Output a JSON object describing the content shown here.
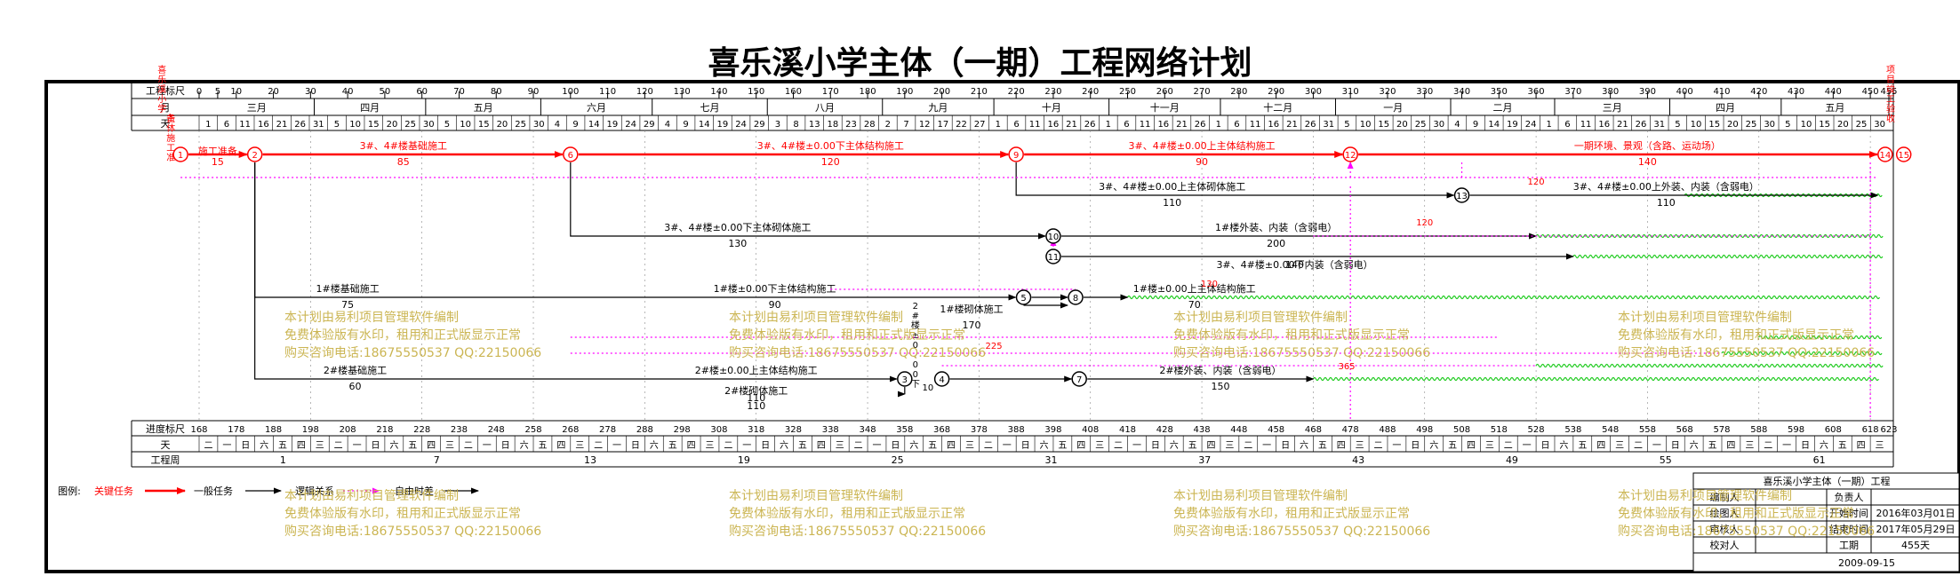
{
  "title": "喜乐溪小学主体（一期）工程网络计划",
  "colors": {
    "critical": "#ff0000",
    "normal": "#000000",
    "free_float": "#ff00ff",
    "wave": "#22cc22",
    "watermark": "#c9b24a"
  },
  "top_scale": {
    "label": "工程标尺",
    "ticks": [
      "0",
      "5",
      "10",
      "20",
      "30",
      "40",
      "50",
      "60",
      "70",
      "80",
      "90",
      "100",
      "110",
      "120",
      "130",
      "140",
      "150",
      "160",
      "170",
      "180",
      "190",
      "200",
      "210",
      "220",
      "230",
      "240",
      "250",
      "260",
      "270",
      "280",
      "290",
      "300",
      "310",
      "320",
      "330",
      "340",
      "350",
      "360",
      "370",
      "380",
      "390",
      "400",
      "410",
      "420",
      "430",
      "440",
      "450",
      "455"
    ]
  },
  "month_row": {
    "label": "月",
    "months": [
      "三月",
      "四月",
      "五月",
      "六月",
      "七月",
      "八月",
      "九月",
      "十月",
      "十一月",
      "十二月",
      "一月",
      "二月",
      "三月",
      "四月",
      "五月"
    ]
  },
  "day_row": {
    "label": "天",
    "days": [
      "1",
      "6",
      "11",
      "16",
      "21",
      "26",
      "31",
      "5",
      "10",
      "15",
      "20",
      "25",
      "30",
      "5",
      "10",
      "15",
      "20",
      "25",
      "30",
      "4",
      "9",
      "14",
      "19",
      "24",
      "29",
      "4",
      "9",
      "14",
      "19",
      "24",
      "29",
      "3",
      "8",
      "13",
      "18",
      "23",
      "28",
      "2",
      "7",
      "12",
      "17",
      "22",
      "27",
      "1",
      "6",
      "11",
      "16",
      "21",
      "26",
      "1",
      "6",
      "11",
      "16",
      "21",
      "26",
      "1",
      "6",
      "11",
      "16",
      "21",
      "26",
      "31",
      "5",
      "10",
      "15",
      "20",
      "25",
      "30",
      "4",
      "9",
      "14",
      "19",
      "24",
      "1",
      "6",
      "11",
      "16",
      "21",
      "26",
      "31",
      "5",
      "10",
      "15",
      "20",
      "25",
      "30",
      "5",
      "10",
      "15",
      "20",
      "25",
      "30"
    ]
  },
  "bottom_scale": {
    "label": "进度标尺",
    "ticks": [
      "168",
      "178",
      "188",
      "198",
      "208",
      "218",
      "228",
      "238",
      "248",
      "258",
      "268",
      "278",
      "288",
      "298",
      "308",
      "318",
      "328",
      "338",
      "348",
      "358",
      "368",
      "378",
      "388",
      "398",
      "408",
      "418",
      "428",
      "438",
      "448",
      "458",
      "468",
      "478",
      "488",
      "498",
      "508",
      "518",
      "528",
      "538",
      "548",
      "558",
      "568",
      "578",
      "588",
      "598",
      "608",
      "618",
      "623"
    ]
  },
  "weekday_row": {
    "label": "天",
    "cycle": [
      "二",
      "一",
      "日",
      "六",
      "五",
      "四",
      "三"
    ]
  },
  "week_row": {
    "label": "工程周",
    "weeks": [
      "1",
      "7",
      "13",
      "19",
      "25",
      "31",
      "37",
      "43",
      "49",
      "55",
      "61"
    ]
  },
  "nodes": [
    "1",
    "2",
    "3",
    "4",
    "5",
    "6",
    "7",
    "8",
    "9",
    "10",
    "11",
    "12",
    "13",
    "14",
    "15"
  ],
  "start_annotation": "喜乐溪小学主体施工准备",
  "end_annotation": "项目竣工验收",
  "tasks": [
    {
      "name": "施工准备",
      "duration": "15"
    },
    {
      "name": "3#、4#楼基础施工",
      "duration": "85"
    },
    {
      "name": "3#、4#楼±0.00下主体结构施工",
      "duration": "120"
    },
    {
      "name": "3#、4#楼±0.00上主体结构施工",
      "duration": "90"
    },
    {
      "name": "一期环境、景观（含路、运动场）",
      "duration": "140"
    },
    {
      "name": "3#、4#楼±0.00上主体砌体施工",
      "duration": "110"
    },
    {
      "name": "3#、4#楼±0.00上外装、内装（含弱电）",
      "duration": "110"
    },
    {
      "name": "3#、4#楼±0.00下主体砌体施工",
      "duration": "130"
    },
    {
      "name": "1#楼外装、内装（含弱电）",
      "duration": "200"
    },
    {
      "name": "3#、4#楼±0.00下内装（含弱电）",
      "duration": "140"
    },
    {
      "name": "1#楼基础施工",
      "duration": "75"
    },
    {
      "name": "1#楼±0.00下主体结构施工",
      "duration": "90"
    },
    {
      "name": "1#楼砌体施工",
      "duration": "170"
    },
    {
      "name": "1#楼±0.00上主体结构施工",
      "duration": "70"
    },
    {
      "name": "2#楼±0.00下主体结构施工",
      "duration": "10"
    },
    {
      "name": "2#楼基础施工",
      "duration": "60"
    },
    {
      "name": "2#楼±0.00上主体结构施工",
      "duration": "110"
    },
    {
      "name": "2#楼砌体施工",
      "duration": "110"
    },
    {
      "name": "2#楼外装、内装（含弱电）",
      "duration": "150"
    }
  ],
  "float_labels": [
    "120",
    "225",
    "130",
    "120",
    "365"
  ],
  "watermark": {
    "line1": "本计划由易利项目管理软件编制",
    "line2": "免费体验版有水印，租用和正式版显示正常",
    "line3": "购买咨询电话:18675550537 QQ:22150066"
  },
  "legend": {
    "label": "图例:",
    "critical": "关键任务",
    "normal": "一般任务",
    "logic": "逻辑关系",
    "free_float": "自由时差"
  },
  "info_table": {
    "header": "喜乐溪小学主体（一期）工程",
    "compiler": "编制人",
    "owner": "负责人",
    "drawer": "绘图人",
    "start_label": "开始时间",
    "start_value": "2016年03月01日",
    "reviewer": "审核人",
    "end_label": "结束时间",
    "end_value": "2017年05月29日",
    "checker": "校对人",
    "period_label": "工期",
    "period_value": "455天",
    "date": "2009-09-15"
  }
}
